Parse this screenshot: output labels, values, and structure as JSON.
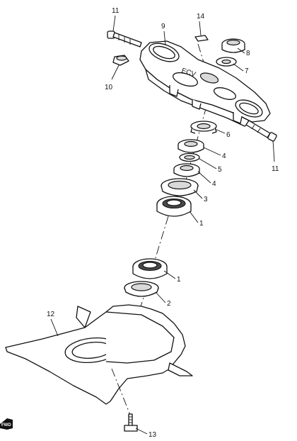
{
  "callouts": {
    "c1a": "1",
    "c1b": "1",
    "c2": "2",
    "c3": "3",
    "c4a": "4",
    "c4b": "4",
    "c5": "5",
    "c6": "6",
    "c7": "7",
    "c8": "8",
    "c9": "9",
    "c10": "10",
    "c11a": "11",
    "c11b": "11",
    "c12": "12",
    "c13": "13",
    "c14": "14"
  },
  "badge": {
    "fwd": "FWD"
  }
}
